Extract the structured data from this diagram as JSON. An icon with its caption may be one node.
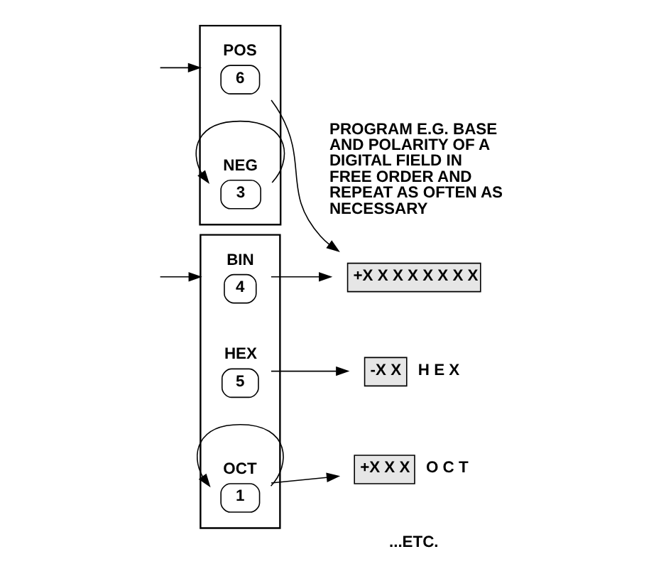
{
  "diagram": {
    "nodes": [
      {
        "text": [],
        "shape": "box"
      },
      {
        "text": [
          "POS",
          "6"
        ],
        "in": 0
      },
      {
        "text": [
          "NEG",
          "3"
        ],
        "in": 0
      },
      {
        "text": [],
        "shape": "box"
      },
      {
        "text": [
          "BIN",
          "4"
        ],
        "in": 3
      },
      {
        "text": [
          "HEX",
          "5"
        ],
        "in": 3
      },
      {
        "text": [
          "OCT",
          "1"
        ],
        "in": 3
      },
      {
        "text": [
          "+X X X X X X X X"
        ]
      },
      {
        "text": [
          "-X X"
        ],
        "beside": [
          "H E X"
        ]
      },
      {
        "text": [
          "+X X X"
        ],
        "beside": [
          "O C T"
        ]
      }
    ],
    "edges": [
      {
        "from": null,
        "to": 0,
        "arrow": "to"
      },
      {
        "from": 2,
        "to": 2,
        "arrow": "to"
      },
      {
        "from": 1,
        "to": 7,
        "arrow": "to"
      },
      {
        "from": null,
        "to": 3,
        "arrow": "to"
      },
      {
        "from": 6,
        "to": 6,
        "arrow": "to"
      },
      {
        "from": 4,
        "to": 7,
        "arrow": "to"
      },
      {
        "from": 5,
        "to": 8,
        "arrow": "to"
      },
      {
        "from": 6,
        "to": 9,
        "arrow": "to"
      }
    ],
    "labels": [
      "PROGRAM E.G. BASE AND POLARITY OF A DIGITAL FIELD IN FREE ORDER AND REPEAT AS OFTEN AS NECESSARY",
      "...ETC."
    ]
  }
}
